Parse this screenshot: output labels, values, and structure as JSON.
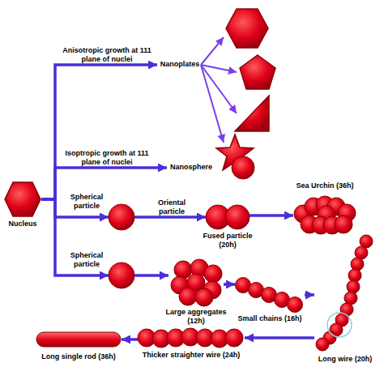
{
  "diagram": {
    "nodes": [
      {
        "text": [
          "Nucleus"
        ]
      },
      {
        "text": [
          "Nanoplates"
        ]
      },
      {
        "text": [
          "Nanosphere"
        ]
      },
      {
        "text": [
          "Spherical particle"
        ]
      },
      {
        "text": [
          "Fused particle (20h)"
        ]
      },
      {
        "text": [
          "Sea Urchin (36h)"
        ]
      },
      {
        "text": [
          "Spherical particle"
        ]
      },
      {
        "text": [
          "Large aggregates (12h)"
        ]
      },
      {
        "text": [
          "Small chains (16h)"
        ]
      },
      {
        "text": [
          "Long wire (20h)"
        ]
      },
      {
        "text": [
          "Thicker straighter wire (24h)"
        ]
      },
      {
        "text": [
          "Long single rod (36h)"
        ]
      }
    ],
    "edges": [
      {
        "from": 0,
        "to": 1,
        "arrow": "to",
        "label": "Anisotropic growth at 111 plane of nuclei"
      },
      {
        "from": 0,
        "to": 2,
        "arrow": "to",
        "label": "Isoptropic growth at 111 plane of nuclei"
      },
      {
        "from": 0,
        "to": 3,
        "arrow": "to"
      },
      {
        "from": 3,
        "to": 4,
        "arrow": "to",
        "label": "Oriental particle"
      },
      {
        "from": 4,
        "to": 5,
        "arrow": "to"
      },
      {
        "from": 0,
        "to": 6,
        "arrow": "to"
      },
      {
        "from": 6,
        "to": 7,
        "arrow": "to"
      },
      {
        "from": 7,
        "to": 8,
        "arrow": "to"
      },
      {
        "from": 8,
        "to": 9,
        "arrow": "to"
      },
      {
        "from": 9,
        "to": 10,
        "arrow": "to"
      },
      {
        "from": 10,
        "to": 11,
        "arrow": "to"
      }
    ]
  }
}
